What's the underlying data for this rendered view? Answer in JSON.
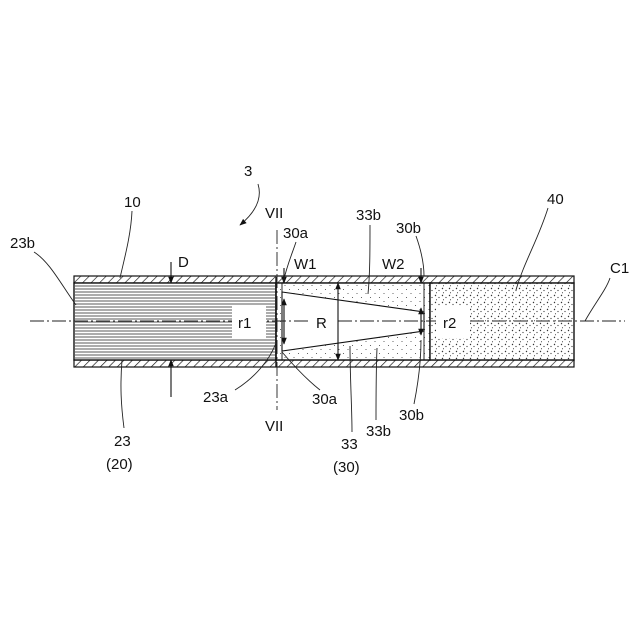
{
  "figure": {
    "labels": {
      "assembly": "3",
      "wrapper": "10",
      "rod_end": "23b",
      "rod": "23",
      "rod_group": "(20)",
      "rod_face": "23a",
      "distance": "D",
      "section_top": "VII",
      "section_bottom": "VII",
      "filter_edge_top": "30a",
      "filter_edge_bottom": "30a",
      "width_1": "W1",
      "width_2": "W2",
      "filter_surface_top": "33b",
      "filter_surface_bottom": "33b",
      "filter_end_top": "30b",
      "filter_end_bottom": "30b",
      "filter": "33",
      "filter_group": "(30)",
      "radius_small_1": "r1",
      "radius_large": "R",
      "radius_small_2": "r2",
      "outer_segment": "40",
      "center_axis": "C1"
    }
  }
}
